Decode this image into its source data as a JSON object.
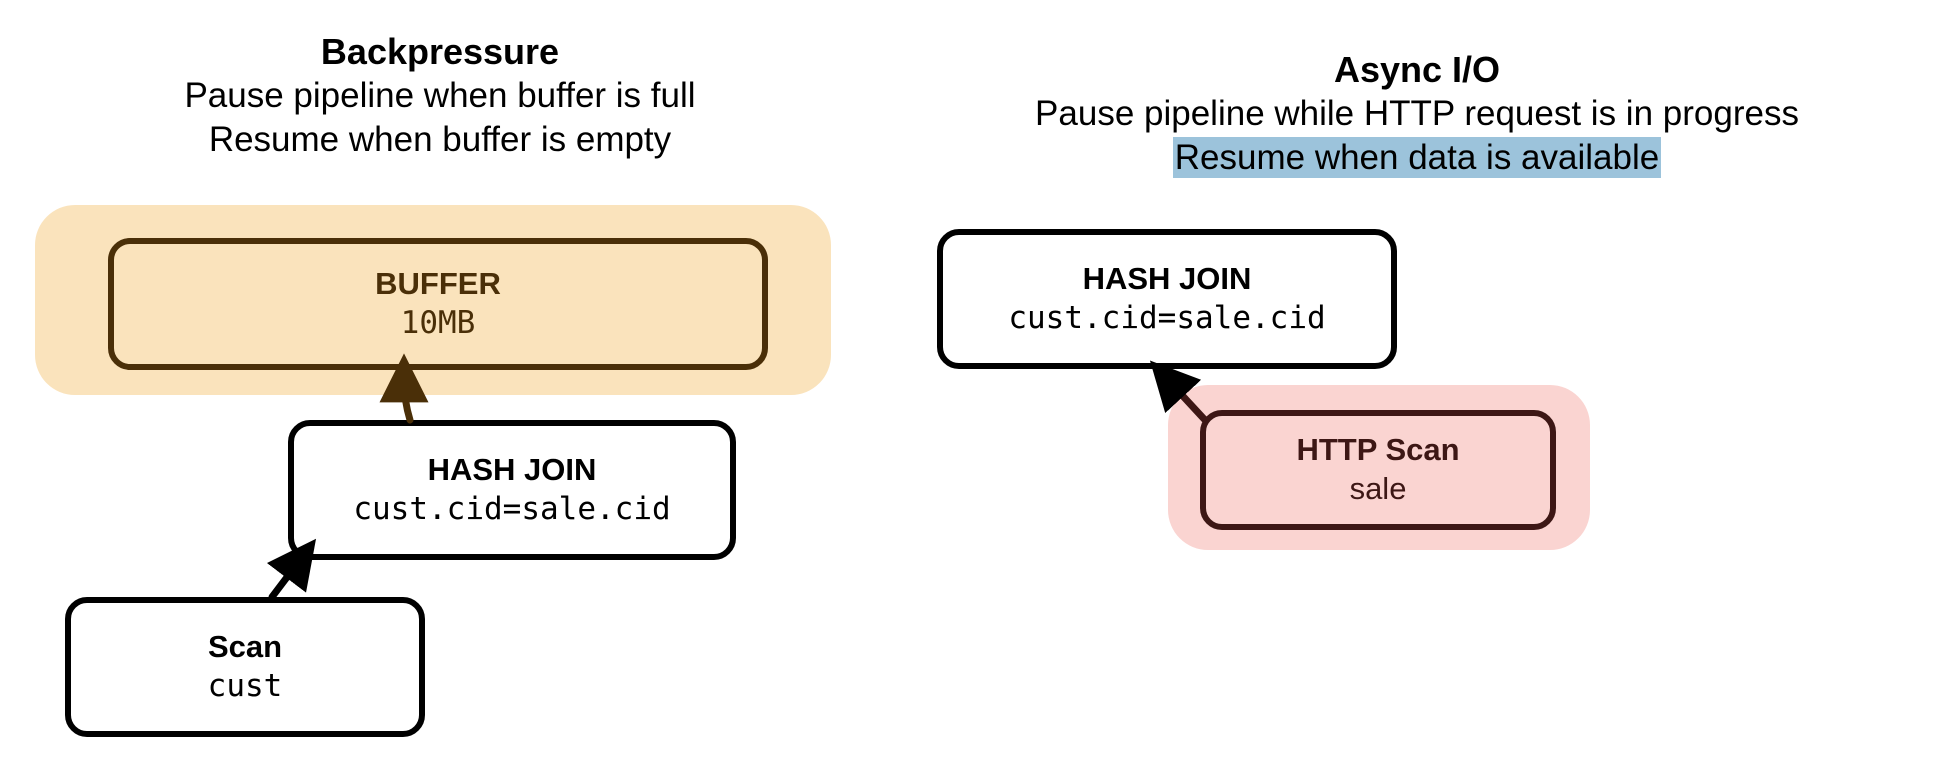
{
  "panels": [
    {
      "id": "backpressure",
      "title": "Backpressure",
      "subtitle_1": "Pause pipeline when buffer is full",
      "subtitle_2": "Resume when buffer is empty",
      "subtitle_2_highlighted": false,
      "nodes": [
        {
          "id": "buffer",
          "title": "BUFFER",
          "detail": "10MB",
          "detail_mono": true
        },
        {
          "id": "hash-join",
          "title": "HASH JOIN",
          "detail": "cust.cid=sale.cid",
          "detail_mono": true
        },
        {
          "id": "scan",
          "title": "Scan",
          "detail": "cust",
          "detail_mono": true
        }
      ],
      "edges": [
        {
          "from": "scan",
          "to": "hash-join"
        },
        {
          "from": "hash-join",
          "to": "buffer"
        }
      ]
    },
    {
      "id": "async-io",
      "title": "Async I/O",
      "subtitle_1": "Pause pipeline while HTTP request is in progress",
      "subtitle_2": "Resume when data is available",
      "subtitle_2_highlighted": true,
      "nodes": [
        {
          "id": "hash-join-2",
          "title": "HASH JOIN",
          "detail": "cust.cid=sale.cid",
          "detail_mono": true
        },
        {
          "id": "http-scan",
          "title": "HTTP Scan",
          "detail": "sale",
          "detail_mono": false
        }
      ],
      "edges": [
        {
          "from": "http-scan",
          "to": "hash-join-2"
        }
      ]
    }
  ],
  "colors": {
    "buffer_region_fill": "#FAE3BC",
    "buffer_stroke": "#4A2F08",
    "http_region_fill": "#FAD4D1",
    "http_stroke": "#3D1715",
    "highlight_blue": "#9CC3DB",
    "node_stroke": "#000000",
    "background": "#FFFFFF"
  }
}
